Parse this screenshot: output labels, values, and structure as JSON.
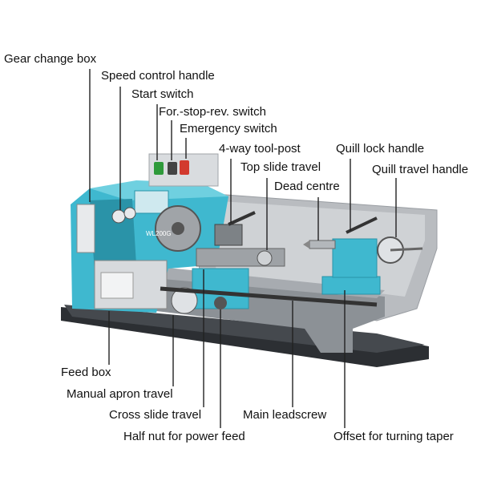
{
  "labels": {
    "gear_change_box": "Gear change box",
    "speed_control_handle": "Speed control handle",
    "start_switch": "Start switch",
    "for_stop_rev_switch": "For.-stop-rev. switch",
    "emergency_switch": "Emergency switch",
    "four_way_tool_post": "4-way tool-post",
    "top_slide_travel": "Top slide travel",
    "dead_centre": "Dead centre",
    "quill_lock_handle": "Quill lock handle",
    "quill_travel_handle": "Quill travel handle",
    "feed_box": "Feed box",
    "manual_apron_travel": "Manual apron travel",
    "cross_slide_travel": "Cross slide travel",
    "main_leadscrew": "Main leadscrew",
    "half_nut_for_power_feed": "Half nut for power feed",
    "offset_for_turning_taper": "Offset for turning taper"
  },
  "machine": {
    "model_plate": "WL200G"
  },
  "colors": {
    "machine_body": "#3fb8cf",
    "machine_body_dark": "#2a93a8",
    "guard_gray": "#b9bcc0",
    "bed_gray": "#8c9196",
    "base_dark": "#2c2f33",
    "leader_line": "#222222",
    "start_button": "#2e9a3a",
    "stop_button": "#d23a2e"
  }
}
